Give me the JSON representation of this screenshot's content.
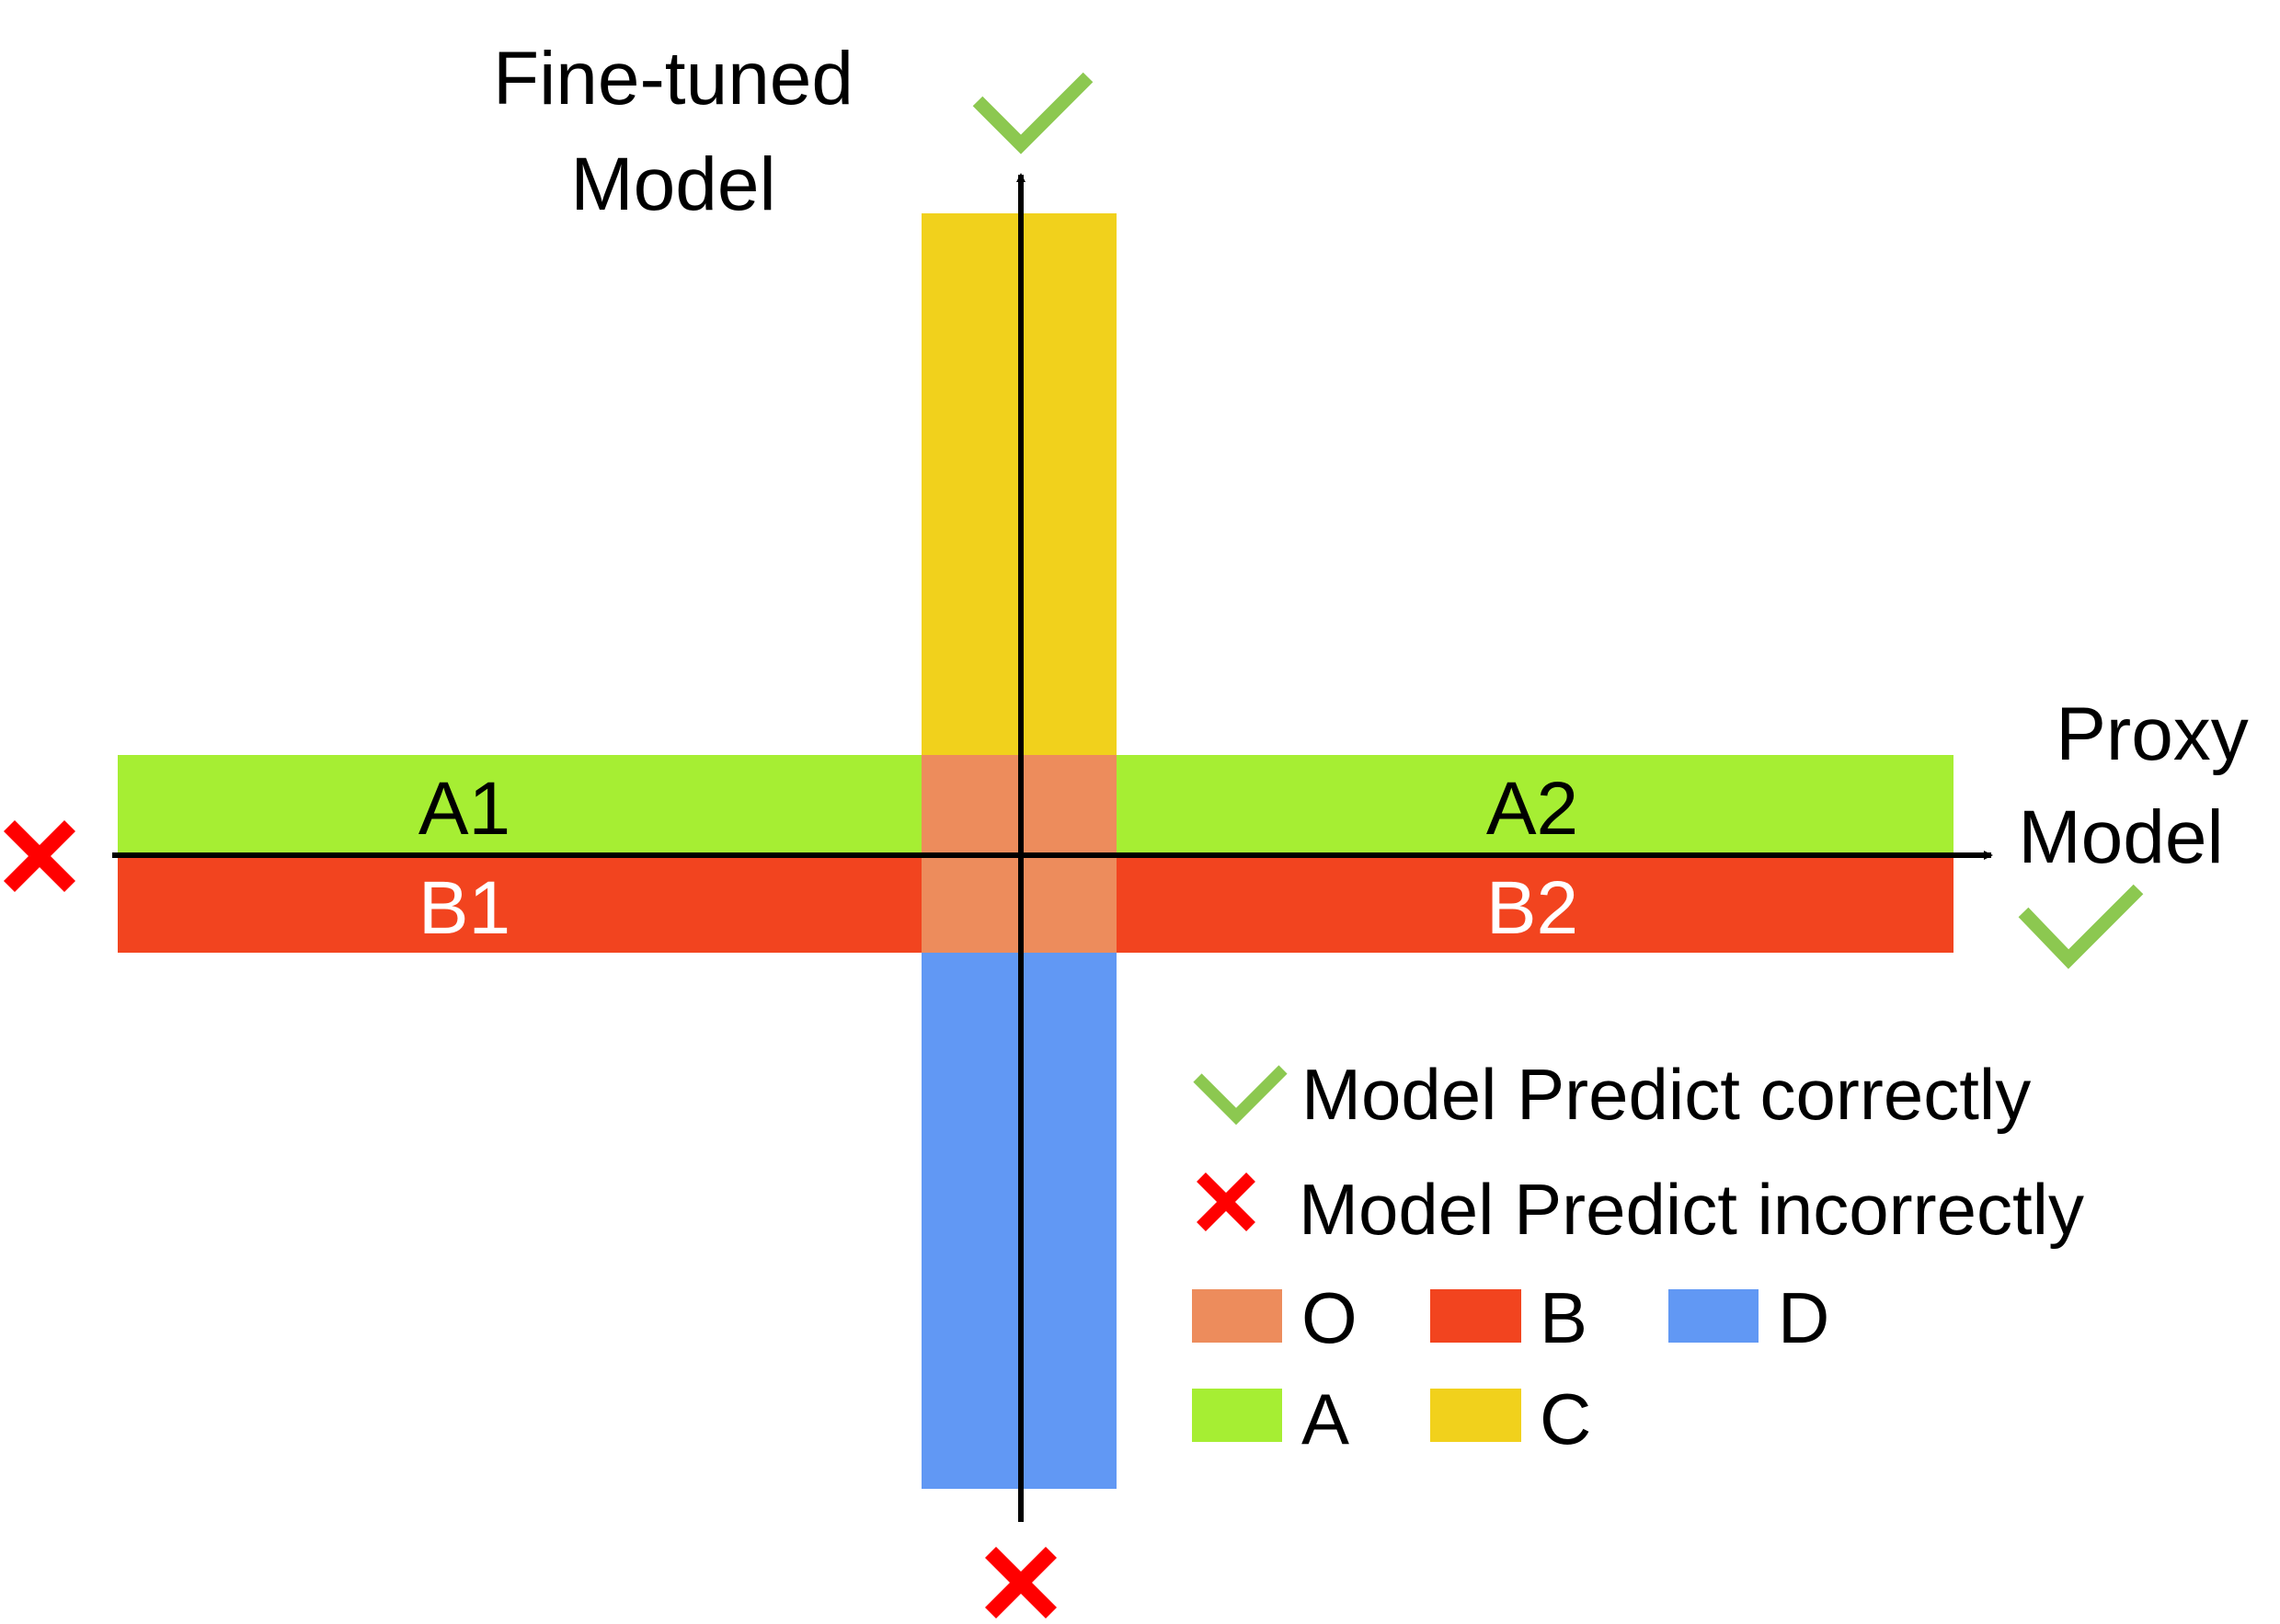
{
  "axes": {
    "vertical": {
      "label_line1": "Fine-tuned",
      "label_line2": "Model",
      "top_mark": "check-icon",
      "bottom_mark": "cross-icon"
    },
    "horizontal": {
      "label_line1": "Proxy",
      "label_line2": "Model",
      "right_mark": "check-icon",
      "left_mark": "cross-icon"
    }
  },
  "regions": {
    "a1": "A1",
    "a2": "A2",
    "b1": "B1",
    "b2": "B2"
  },
  "legend": {
    "correct": "Model Predict correctly",
    "incorrect": "Model Predict incorrectly",
    "swatches": [
      {
        "label": "O",
        "color": "#ED8C5C"
      },
      {
        "label": "B",
        "color": "#F2441F"
      },
      {
        "label": "D",
        "color": "#6198F4"
      },
      {
        "label": "A",
        "color": "#A6EE33"
      },
      {
        "label": "C",
        "color": "#F1D11C"
      }
    ]
  },
  "colors": {
    "overlap_o": "#ED8C5C",
    "region_b": "#F2441F",
    "region_d": "#6198F4",
    "region_a": "#A6EE33",
    "region_c": "#F1D11C",
    "check": "#8CC850",
    "cross": "#FF0000"
  }
}
